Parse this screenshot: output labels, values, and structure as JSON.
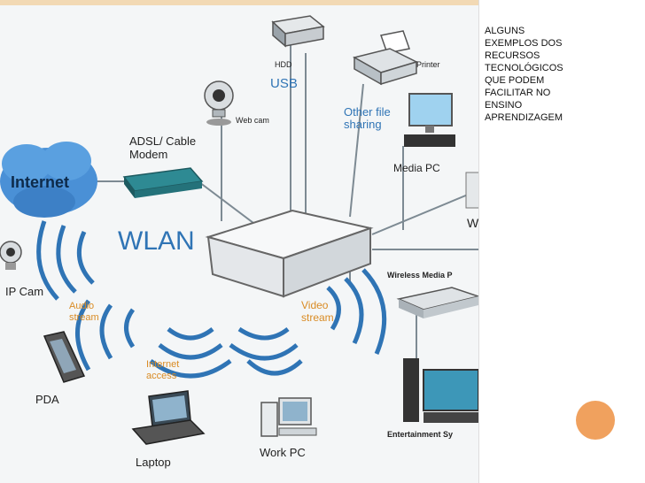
{
  "diagram": {
    "labels": {
      "hdd": "HDD",
      "usb": "USB",
      "printer": "Printer",
      "web_cam": "Web cam",
      "other_file_sharing": "Other file sharing",
      "adsl_cable_modem": "ADSL/ Cable Modem",
      "internet": "Internet",
      "media_pc": "Media PC",
      "wlan": "WLAN",
      "w_partial": "W",
      "ip_cam": "IP Cam",
      "audio_stream": "Audio stream",
      "video_stream": "Video stream",
      "internet_access": "Internet access",
      "wireless_media": "Wireless Media P",
      "pda": "PDA",
      "laptop": "Laptop",
      "work_pc": "Work PC",
      "entertainment": "Entertainment Sy"
    },
    "colors": {
      "accent_blue": "#2f74b5",
      "cloud_blue": "#4a90d6",
      "stream_orange": "#d98b24"
    }
  },
  "caption": {
    "line1": "ALGUNS",
    "line2": "EXEMPLOS DOS",
    "line3": "RECURSOS",
    "line4": "TECNOLÓGICOS",
    "line5": "QUE PODEM",
    "line6": "FACILITAR NO",
    "line7": "ENSINO",
    "line8": "APRENDIZAGEM"
  },
  "decoration": {
    "circle_color": "#f0a15e"
  }
}
